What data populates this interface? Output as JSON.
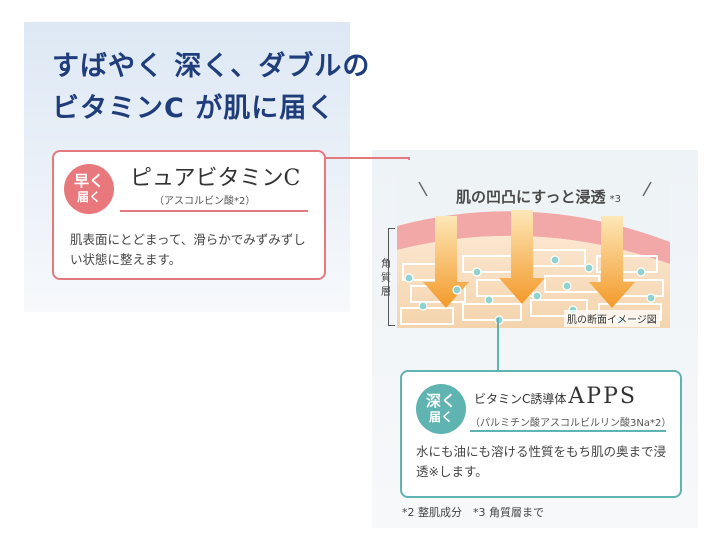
{
  "headline": {
    "line1": "すばやく 深く、ダブルの",
    "line2": "ビタミンC が肌に届く"
  },
  "pure_card": {
    "badge_line1": "早く",
    "badge_line2": "届く",
    "name": "ピュアビタミンC",
    "sub": "（アスコルビン酸*2）",
    "desc": "肌表面にとどまって、滑らかでみずみずしい状態に整えます。"
  },
  "skin_diagram": {
    "label": "肌の凹凸にすっと浸透",
    "label_note": "*3",
    "cross_section": "肌の断面イメージ図",
    "layer_label": "角質層"
  },
  "apps_card": {
    "badge_line1": "深く",
    "badge_line2": "届く",
    "name_prefix": "ビタミンC誘導体",
    "name_main": "APPS",
    "sub": "（パルミチン酸アスコルビルリン酸3Na*2）",
    "desc": "水にも油にも溶ける性質をもち肌の奥まで浸透※します。"
  },
  "footnote": "*2 整肌成分　*3 角質層まで",
  "colors": {
    "navy": "#1f3d7a",
    "pink": "#e47a7e",
    "teal": "#5fb3b1",
    "arrow": "#f39a2a"
  }
}
